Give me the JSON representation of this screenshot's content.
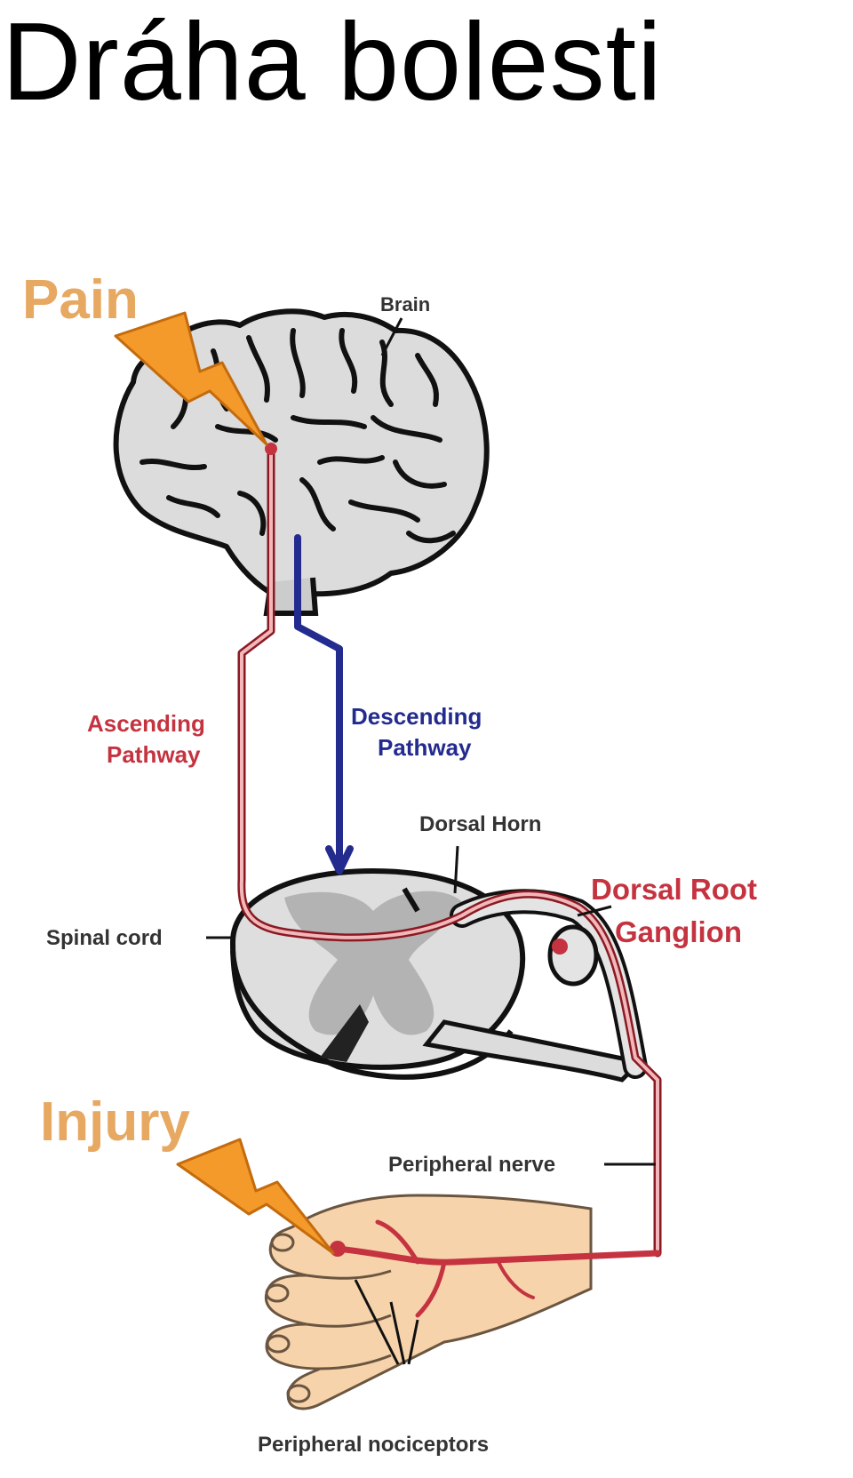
{
  "slide": {
    "title": "Dráha bolesti"
  },
  "diagram": {
    "labels": {
      "pain": "Pain",
      "brain": "Brain",
      "ascending_1": "Ascending",
      "ascending_2": "Pathway",
      "descending_1": "Descending",
      "descending_2": "Pathway",
      "dorsal_horn": "Dorsal Horn",
      "dorsal_root_1": "Dorsal Root",
      "dorsal_root_2": "Ganglion",
      "spinal_cord": "Spinal cord",
      "injury": "Injury",
      "peripheral_nerve": "Peripheral nerve",
      "peripheral_nociceptors": "Peripheral nociceptors"
    },
    "colors": {
      "ascending": "#c4333f",
      "descending": "#232b8e",
      "orange_heading": "#e7a861",
      "bolt": "#f39a2a",
      "brain_fill": "#dcdcdc",
      "cord_fill": "#d4d4d4",
      "hand_fill": "#f7d3ab"
    }
  }
}
